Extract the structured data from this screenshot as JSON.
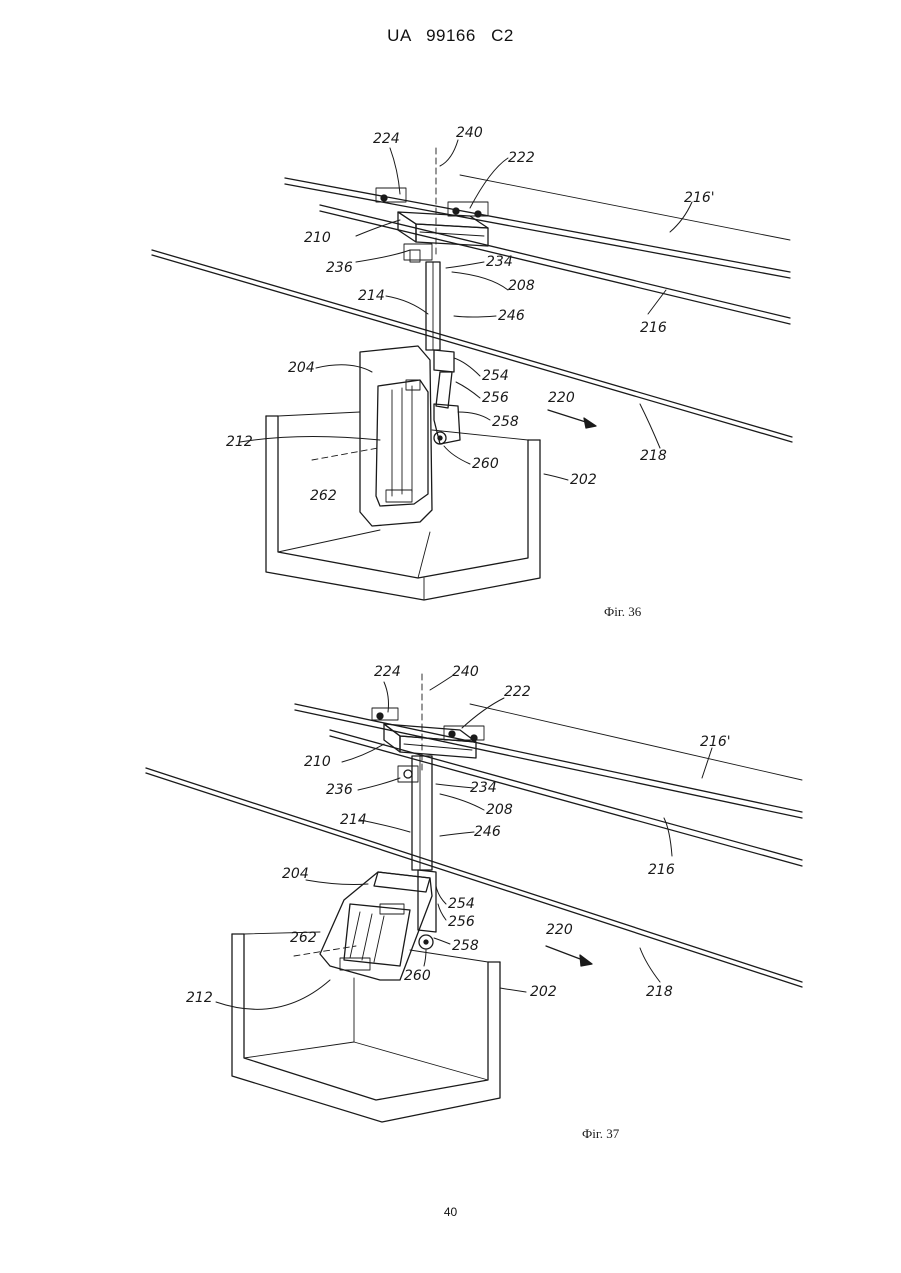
{
  "header": {
    "patent_id": "UA   99166   C2"
  },
  "figures": [
    {
      "caption": "Фіг. 36",
      "labels": {
        "l224": "224",
        "l240": "240",
        "l222": "222",
        "l216p": "216'",
        "l210": "210",
        "l236": "236",
        "l234": "234",
        "l208": "208",
        "l214": "214",
        "l246": "246",
        "l216": "216",
        "l204": "204",
        "l254": "254",
        "l256": "256",
        "l220": "220",
        "l258": "258",
        "l212": "212",
        "l218": "218",
        "l260": "260",
        "l262": "262",
        "l202": "202"
      }
    },
    {
      "caption": "Фіг. 37",
      "labels": {
        "l224": "224",
        "l240": "240",
        "l222": "222",
        "l216p": "216'",
        "l210": "210",
        "l236": "236",
        "l234": "234",
        "l208": "208",
        "l214": "214",
        "l246": "246",
        "l216": "216",
        "l204": "204",
        "l254": "254",
        "l262": "262",
        "l256": "256",
        "l220": "220",
        "l258": "258",
        "l212": "212",
        "l260": "260",
        "l202": "202",
        "l218": "218"
      }
    }
  ],
  "footer": {
    "page_number": "40"
  }
}
